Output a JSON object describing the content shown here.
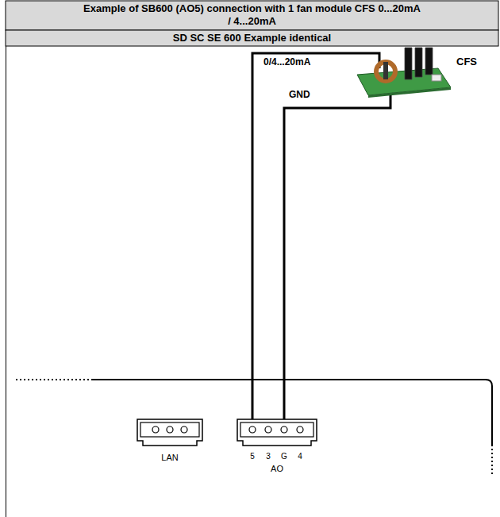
{
  "diagram": {
    "title": "Example of SB600 (AO5) connection with 1 fan module CFS 0...20mA / 4...20mA",
    "nodes": [
      {
        "text": [
          "LAN"
        ]
      },
      {
        "text": [
          "AO"
        ]
      },
      {
        "text": [
          "CFS"
        ]
      }
    ],
    "edges": [
      {
        "from": 1,
        "to": 2,
        "label": "0/4...20mA",
        "arrow": "none"
      },
      {
        "from": 1,
        "to": 2,
        "label": "GND",
        "arrow": "none"
      }
    ],
    "labels": [
      "SD SC SE 600 Example identical",
      "5",
      "3",
      "G",
      "4"
    ]
  }
}
